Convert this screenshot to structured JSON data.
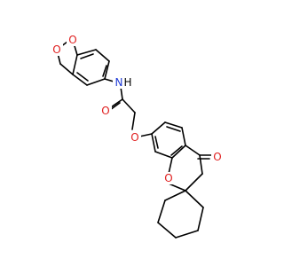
{
  "molecule": {
    "atoms": [
      {
        "id": "o_diox_top",
        "label": "O",
        "color": "#e02020"
      },
      {
        "id": "o_diox_bot",
        "label": "O",
        "color": "#e02020"
      },
      {
        "id": "n_amide",
        "label": "N",
        "color": "#1f3ad6"
      },
      {
        "id": "h_amide",
        "label": "H",
        "color": "#000000"
      },
      {
        "id": "o_carbonyl_amide",
        "label": "O",
        "color": "#e02020"
      },
      {
        "id": "o_ether",
        "label": "O",
        "color": "#e02020"
      },
      {
        "id": "o_ketone",
        "label": "O",
        "color": "#e02020"
      },
      {
        "id": "o_ring",
        "label": "O",
        "color": "#e02020"
      }
    ]
  }
}
